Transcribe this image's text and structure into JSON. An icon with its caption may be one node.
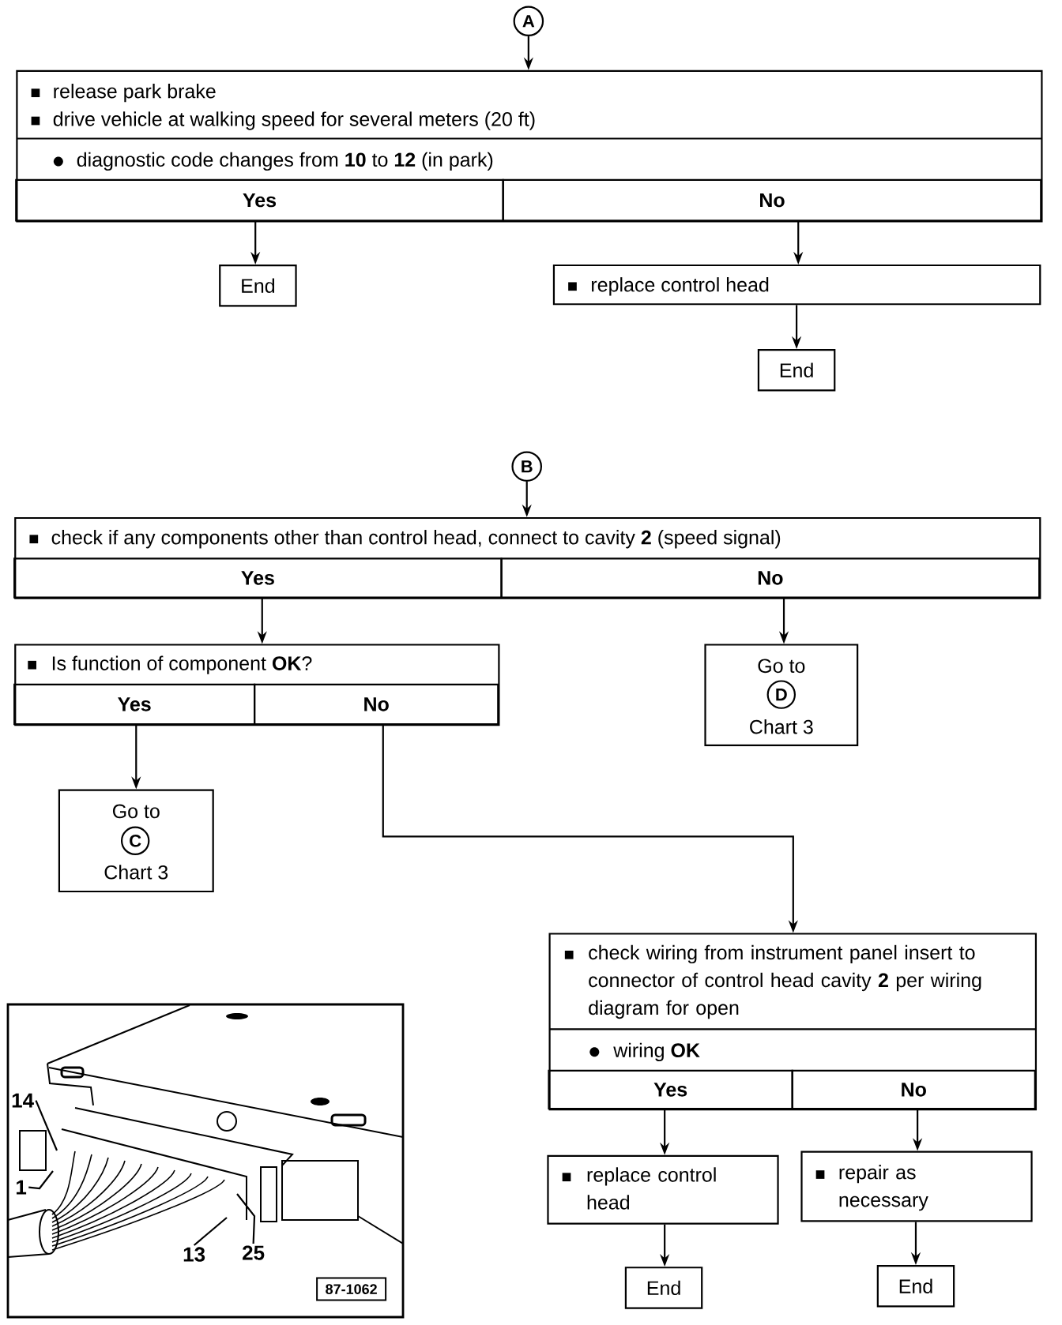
{
  "diagram": {
    "nodes": [
      {
        "text": [
          "A"
        ]
      },
      {
        "text": [
          "release park brake",
          "drive vehicle at walking speed for several meters (20 ft)",
          "diagnostic code changes from **10** to **12** (in park)"
        ]
      },
      {
        "text": [
          "Yes"
        ],
        "in": 1
      },
      {
        "text": [
          "No"
        ],
        "in": 1
      },
      {
        "text": [
          "End"
        ]
      },
      {
        "text": [
          "replace control head"
        ]
      },
      {
        "text": [
          "End"
        ]
      },
      {
        "text": [
          "B"
        ]
      },
      {
        "text": [
          "check if any components other than control head, connect to cavity **2** (speed signal)"
        ]
      },
      {
        "text": [
          "Yes"
        ],
        "in": 8
      },
      {
        "text": [
          "No"
        ],
        "in": 8
      },
      {
        "text": [
          "Is function of component **OK**?"
        ]
      },
      {
        "text": [
          "Yes"
        ],
        "in": 11
      },
      {
        "text": [
          "No"
        ],
        "in": 11
      },
      {
        "text": [
          "Go to",
          "Chart 3"
        ]
      },
      {
        "text": [
          "D"
        ],
        "in": 14
      },
      {
        "text": [
          "Go to",
          "Chart 3"
        ]
      },
      {
        "text": [
          "C"
        ],
        "in": 16
      },
      {
        "text": [
          "check wiring from instrument panel insert to connector of control head cavity **2** per wiring diagram for open",
          "wiring **OK**"
        ]
      },
      {
        "text": [
          "Yes"
        ],
        "in": 18
      },
      {
        "text": [
          "No"
        ],
        "in": 18
      },
      {
        "text": [
          "replace control head"
        ]
      },
      {
        "text": [
          "repair as necessary"
        ]
      },
      {
        "text": [
          "End"
        ]
      },
      {
        "text": [
          "End"
        ]
      },
      {
        "text": [],
        "shape": "picture"
      },
      {
        "text": [
          "14"
        ],
        "in": 25
      },
      {
        "text": [
          "1"
        ],
        "in": 25
      },
      {
        "text": [
          "13"
        ],
        "in": 25
      },
      {
        "text": [
          "25"
        ],
        "in": 25
      },
      {
        "text": [
          "87-1062"
        ],
        "in": 25
      }
    ],
    "edges": [
      {
        "from": 0,
        "to": 1,
        "arrow": "to"
      },
      {
        "from": 2,
        "to": 4,
        "arrow": "to"
      },
      {
        "from": 3,
        "to": 5,
        "arrow": "to"
      },
      {
        "from": 5,
        "to": 6,
        "arrow": "to"
      },
      {
        "from": 7,
        "to": 8,
        "arrow": "to"
      },
      {
        "from": 9,
        "to": 11,
        "arrow": "to"
      },
      {
        "from": 10,
        "to": 14,
        "arrow": "to"
      },
      {
        "from": 12,
        "to": 16,
        "arrow": "to"
      },
      {
        "from": 13,
        "to": 18,
        "arrow": "to"
      },
      {
        "from": 19,
        "to": 21,
        "arrow": "to"
      },
      {
        "from": 20,
        "to": 22,
        "arrow": "to"
      },
      {
        "from": 21,
        "to": 23,
        "arrow": "to"
      },
      {
        "from": 22,
        "to": 24,
        "arrow": "to"
      },
      {
        "from": 26,
        "to": null,
        "arrow": "none"
      },
      {
        "from": 27,
        "to": null,
        "arrow": "none"
      },
      {
        "from": 28,
        "to": null,
        "arrow": "none"
      },
      {
        "from": 29,
        "to": null,
        "arrow": "none"
      }
    ]
  }
}
